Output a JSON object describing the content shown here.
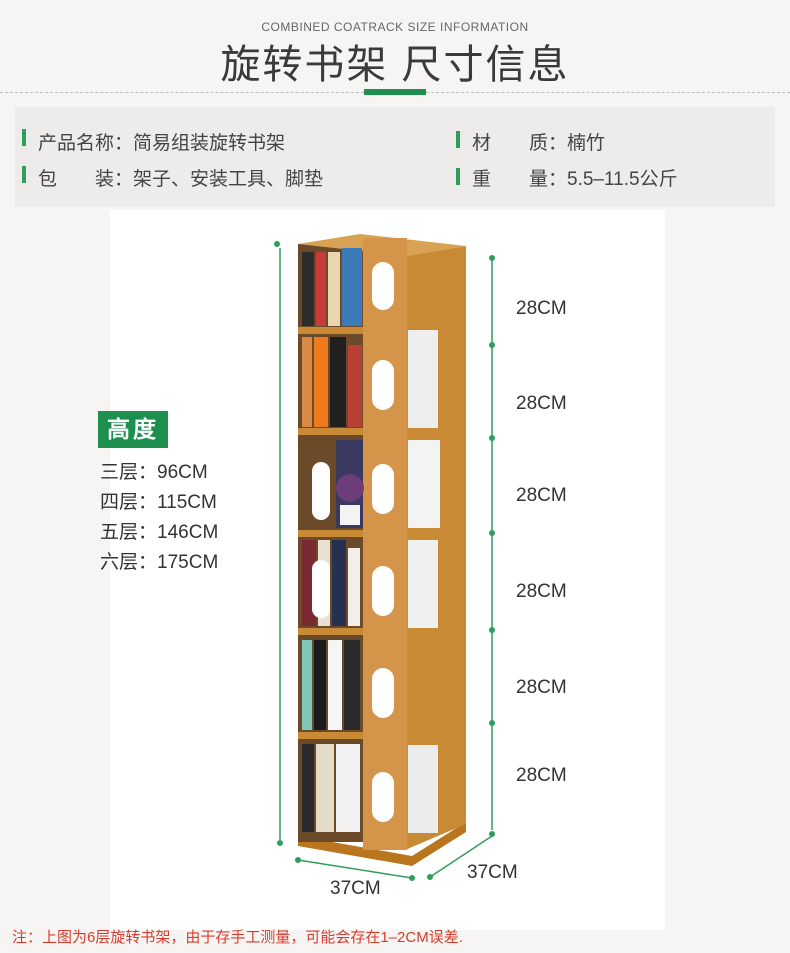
{
  "header": {
    "subtitle": "COMBINED COATRACK SIZE INFORMATION",
    "title": "旋转书架 尺寸信息"
  },
  "info": {
    "name_label": "产品名称：",
    "name_value": "简易组装旋转书架",
    "package_label": "包　　装：",
    "package_value": "架子、安装工具、脚垫",
    "material_label": "材　　质：",
    "material_value": "楠竹",
    "weight_label": "重　　量：",
    "weight_value": "5.5–11.5公斤"
  },
  "height": {
    "tag": "高度",
    "layers": [
      {
        "label": "三层：",
        "value": "96CM"
      },
      {
        "label": "四层：",
        "value": "115CM"
      },
      {
        "label": "五层：",
        "value": "146CM"
      },
      {
        "label": "六层：",
        "value": "175CM"
      }
    ]
  },
  "shelf_dims": [
    "28CM",
    "28CM",
    "28CM",
    "28CM",
    "28CM",
    "28CM"
  ],
  "base_dims": {
    "width": "37CM",
    "depth": "37CM"
  },
  "note": "注：上图为6层旋转书架，由于存手工测量，可能会存在1–2CM误差.",
  "colors": {
    "accent": "#1d8f4e",
    "wood": "#c7862c",
    "dimension_line": "#2f9e5b",
    "note": "#d83b2b"
  }
}
